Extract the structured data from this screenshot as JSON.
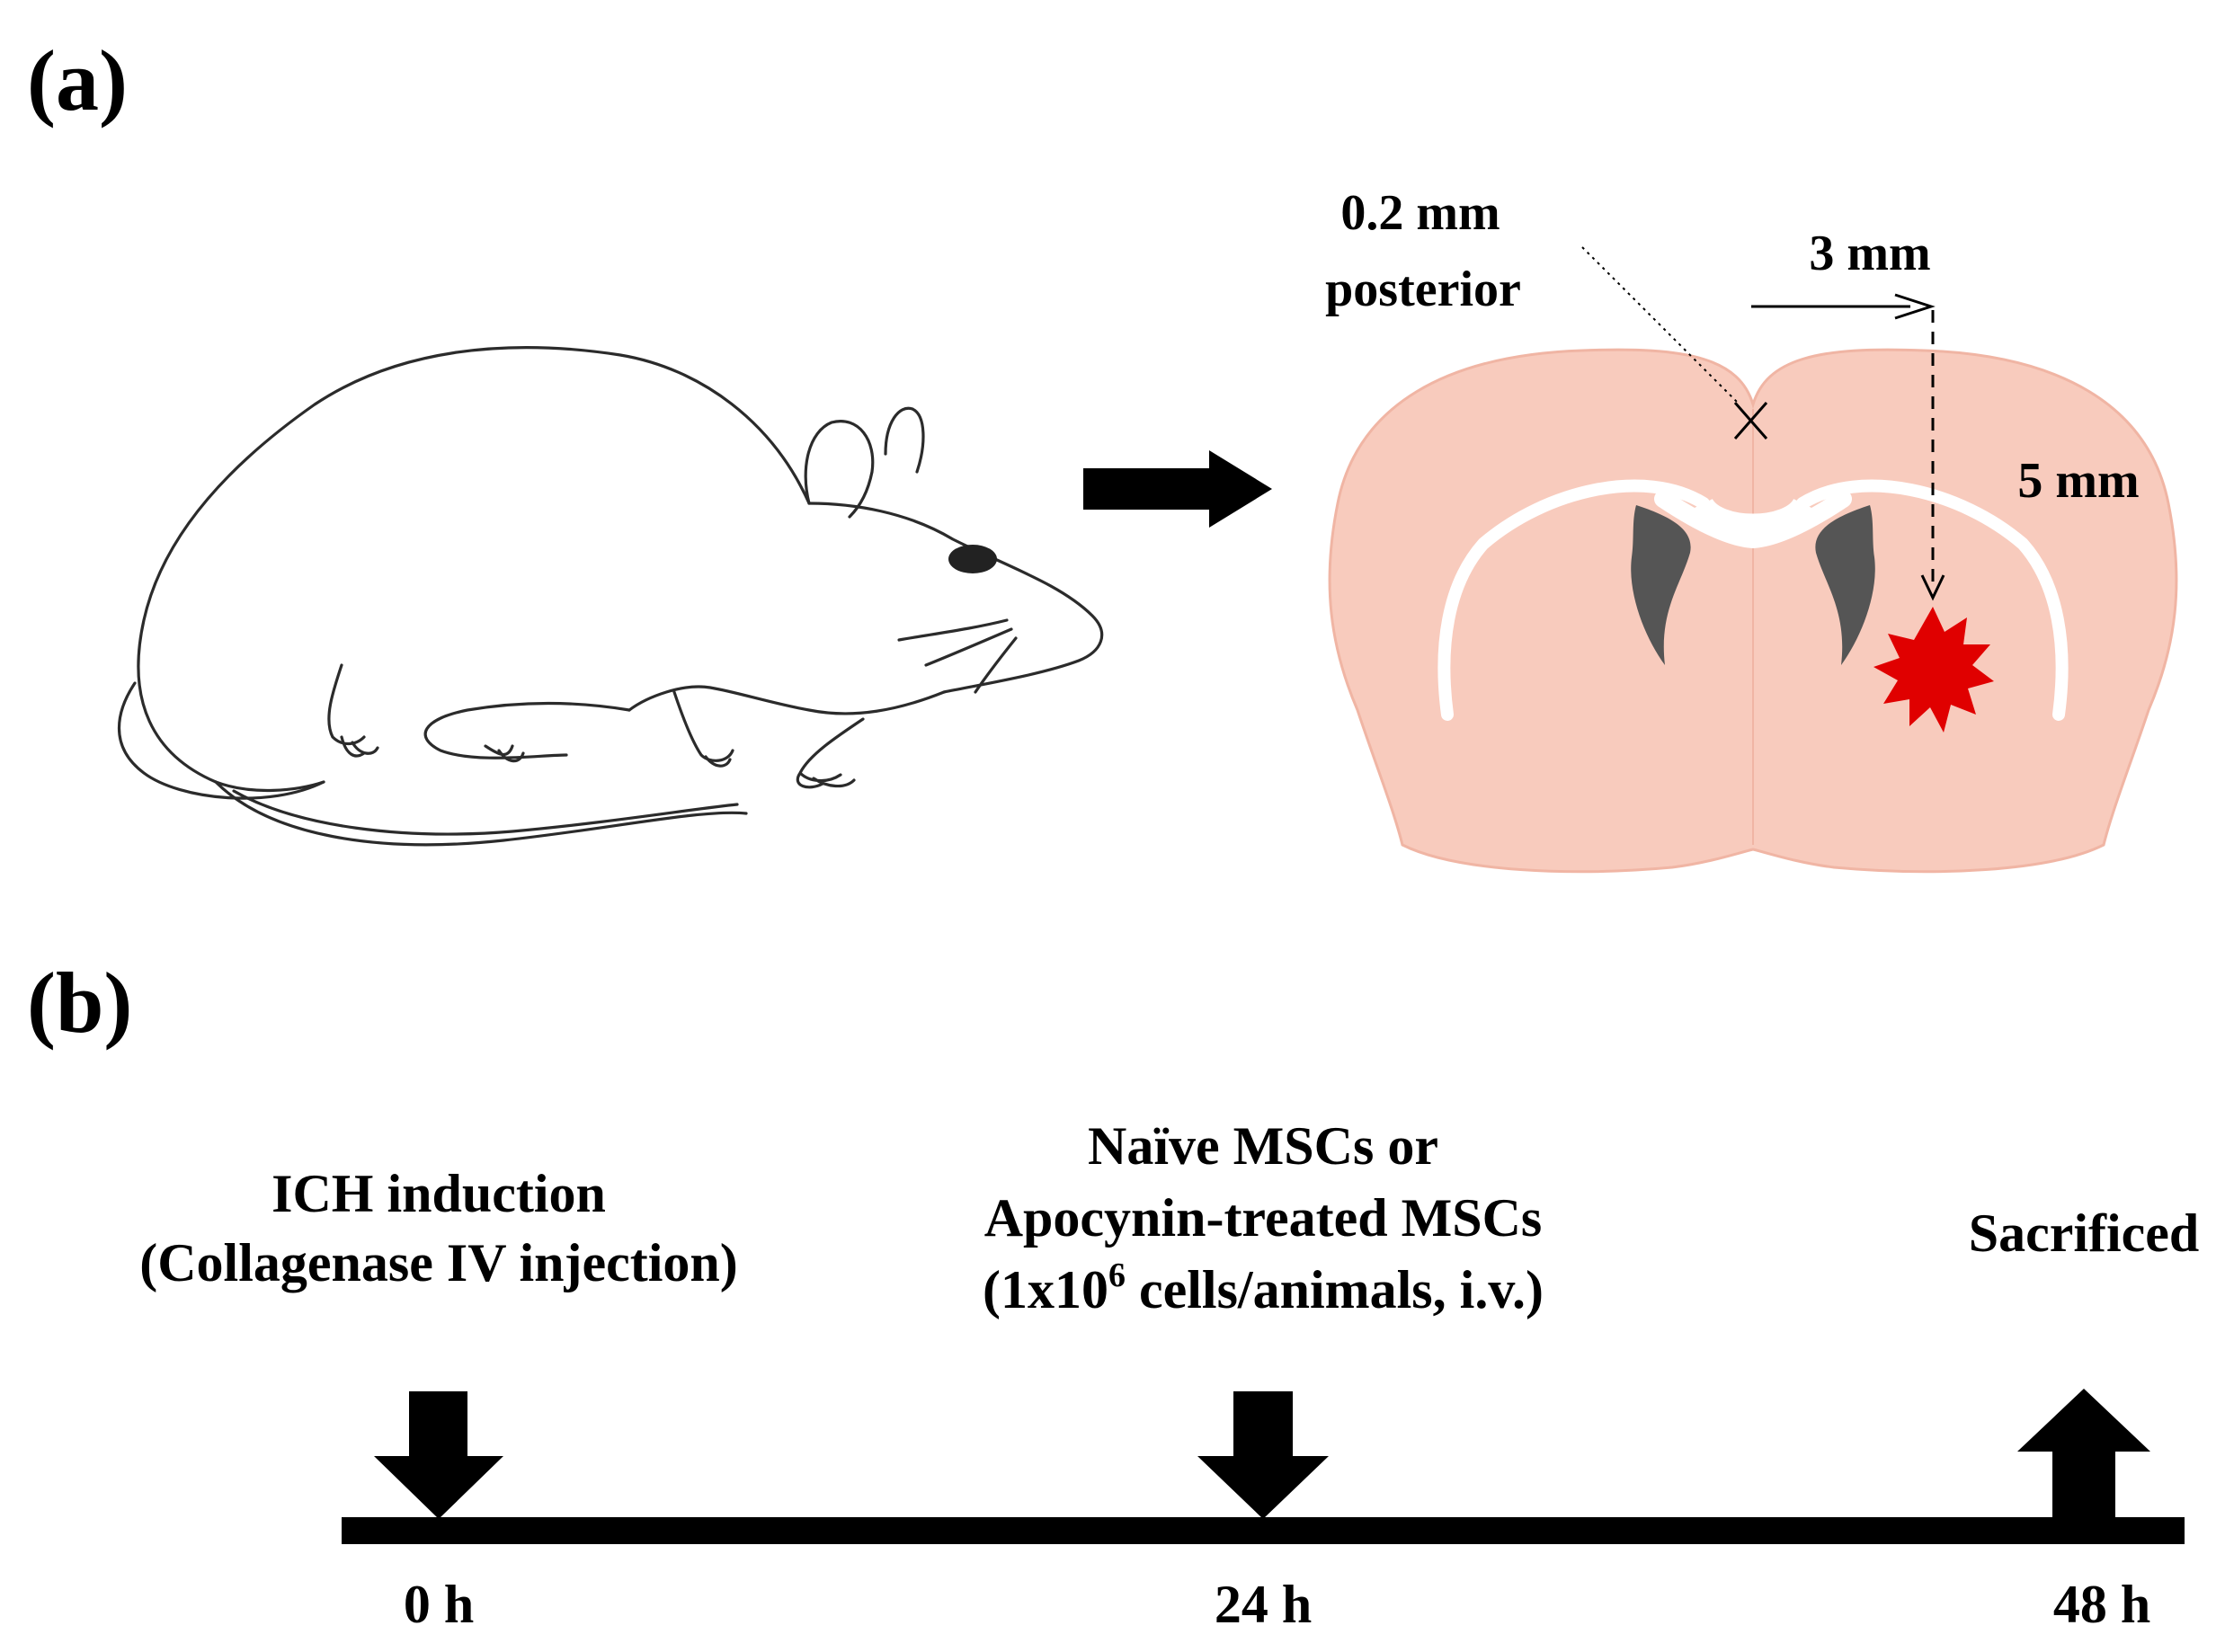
{
  "panel_a": {
    "label": "(a)",
    "posterior_line1": "0.2 mm",
    "posterior_line2": "posterior",
    "lateral": "3 mm",
    "depth": "5 mm"
  },
  "panel_b": {
    "label": "(b)",
    "events": [
      {
        "lines": [
          "ICH induction",
          "(Collagenase IV injection)"
        ],
        "time": "0 h",
        "direction": "down"
      },
      {
        "lines": [
          "Naïve MSCs or",
          "Apocynin-treated MSCs"
        ],
        "dose_prefix": "(1x10",
        "dose_sup": "6",
        "dose_suffix": " cells/animals, i.v.)",
        "time": "24 h",
        "direction": "down"
      },
      {
        "lines": [
          "Sacrificed"
        ],
        "time": "48 h",
        "direction": "up"
      }
    ]
  },
  "colors": {
    "brain_fill": "#f8cbbd",
    "brain_edge": "#f0b5a4",
    "ventricle": "#555555",
    "hemorrhage": "#e00000",
    "arrow": "#000000"
  },
  "icons": [
    "rat-illustration",
    "brain-section",
    "hemorrhage-star",
    "injection-site-cross"
  ]
}
